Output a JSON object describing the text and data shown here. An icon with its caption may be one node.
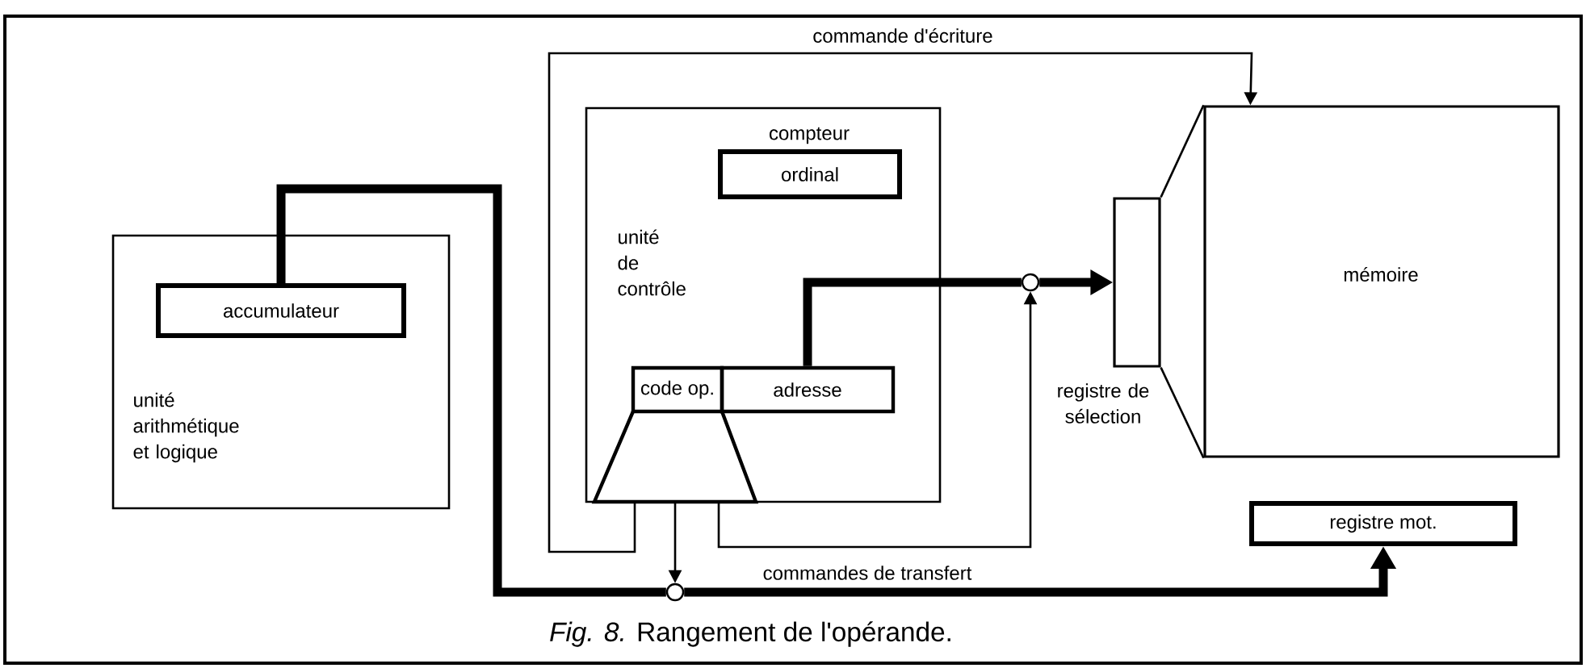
{
  "diagram": {
    "caption": "*Fig. 8.* Rangement de l'opérande.",
    "nodes": [
      {
        "text": [
          "unité arithmétique et logique"
        ]
      },
      {
        "text": [
          "accumulateur"
        ],
        "in": 0
      },
      {
        "text": [
          "unité de contrôle"
        ]
      },
      {
        "text": [
          "compteur",
          "ordinal"
        ],
        "in": 2
      },
      {
        "text": [
          "code op."
        ],
        "in": 2
      },
      {
        "text": [
          "adresse"
        ],
        "in": 2
      },
      {
        "text": [],
        "shape": "trapezoid",
        "in": 2
      },
      {
        "text": [],
        "shape": "box",
        "beside": [
          "registre de sélection"
        ]
      },
      {
        "text": [
          "mémoire"
        ]
      },
      {
        "text": [
          "registre mot."
        ]
      },
      {
        "text": [],
        "shape": "circle"
      },
      {
        "text": [],
        "shape": "circle"
      }
    ],
    "edges": [
      {
        "from": 1,
        "to": 10,
        "arrow": "none",
        "style": "thick"
      },
      {
        "from": 10,
        "to": 9,
        "arrow": "to",
        "style": "thick"
      },
      {
        "from": 6,
        "to": 10,
        "arrow": "to"
      },
      {
        "from": 5,
        "to": 11,
        "arrow": "none",
        "style": "thick"
      },
      {
        "from": 11,
        "to": 7,
        "arrow": "to",
        "style": "thick"
      },
      {
        "from": 6,
        "to": 11,
        "arrow": "to"
      },
      {
        "from": 6,
        "to": 8,
        "arrow": "to",
        "label": "commande d'écriture"
      },
      {
        "from": 7,
        "to": 8,
        "arrow": "none"
      },
      {
        "from": 7,
        "to": 8,
        "arrow": "none"
      }
    ],
    "labels": [
      "commandes de transfert"
    ]
  }
}
